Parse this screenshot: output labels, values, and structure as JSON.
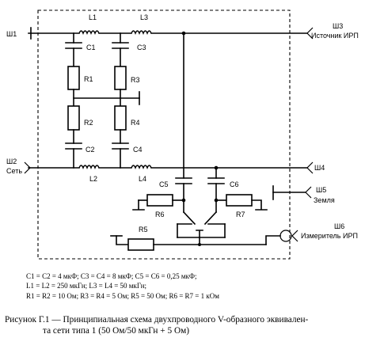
{
  "ports": {
    "sh1": "Ш1",
    "sh2": "Ш2",
    "sh2_label": "Сеть",
    "sh3": "Ш3",
    "sh3_label": "Источник ИРП",
    "sh4": "Ш4",
    "sh5": "Ш5",
    "sh5_label": "Земля",
    "sh6": "Ш6",
    "sh6_label": "Измеритель ИРП"
  },
  "components": {
    "L1": "L1",
    "L2": "L2",
    "L3": "L3",
    "L4": "L4",
    "C1": "C1",
    "C2": "C2",
    "C3": "C3",
    "C4": "C4",
    "C5": "C5",
    "C6": "C6",
    "R1": "R1",
    "R2": "R2",
    "R3": "R3",
    "R4": "R4",
    "R5": "R5",
    "R6": "R6",
    "R7": "R7"
  },
  "values": [
    "C1 = C2 = 4 мкФ; C3 = C4 = 8 мкФ; C5 = C6 = 0,25 мкФ;",
    "L1 = L2 = 250 мкГн; L3 = L4 = 50 мкГн;",
    "R1 = R2 = 10 Ом; R3 = R4 = 5 Ом; R5 = 50 Ом; R6 = R7 = 1 кОм"
  ],
  "caption": {
    "line1": "Рисунок Г.1 — Принципиальная схема двухпроводного V-образного эквивален-",
    "line2": "та сети типа 1 (50 Ом/50 мкГн + 5 Ом)"
  }
}
